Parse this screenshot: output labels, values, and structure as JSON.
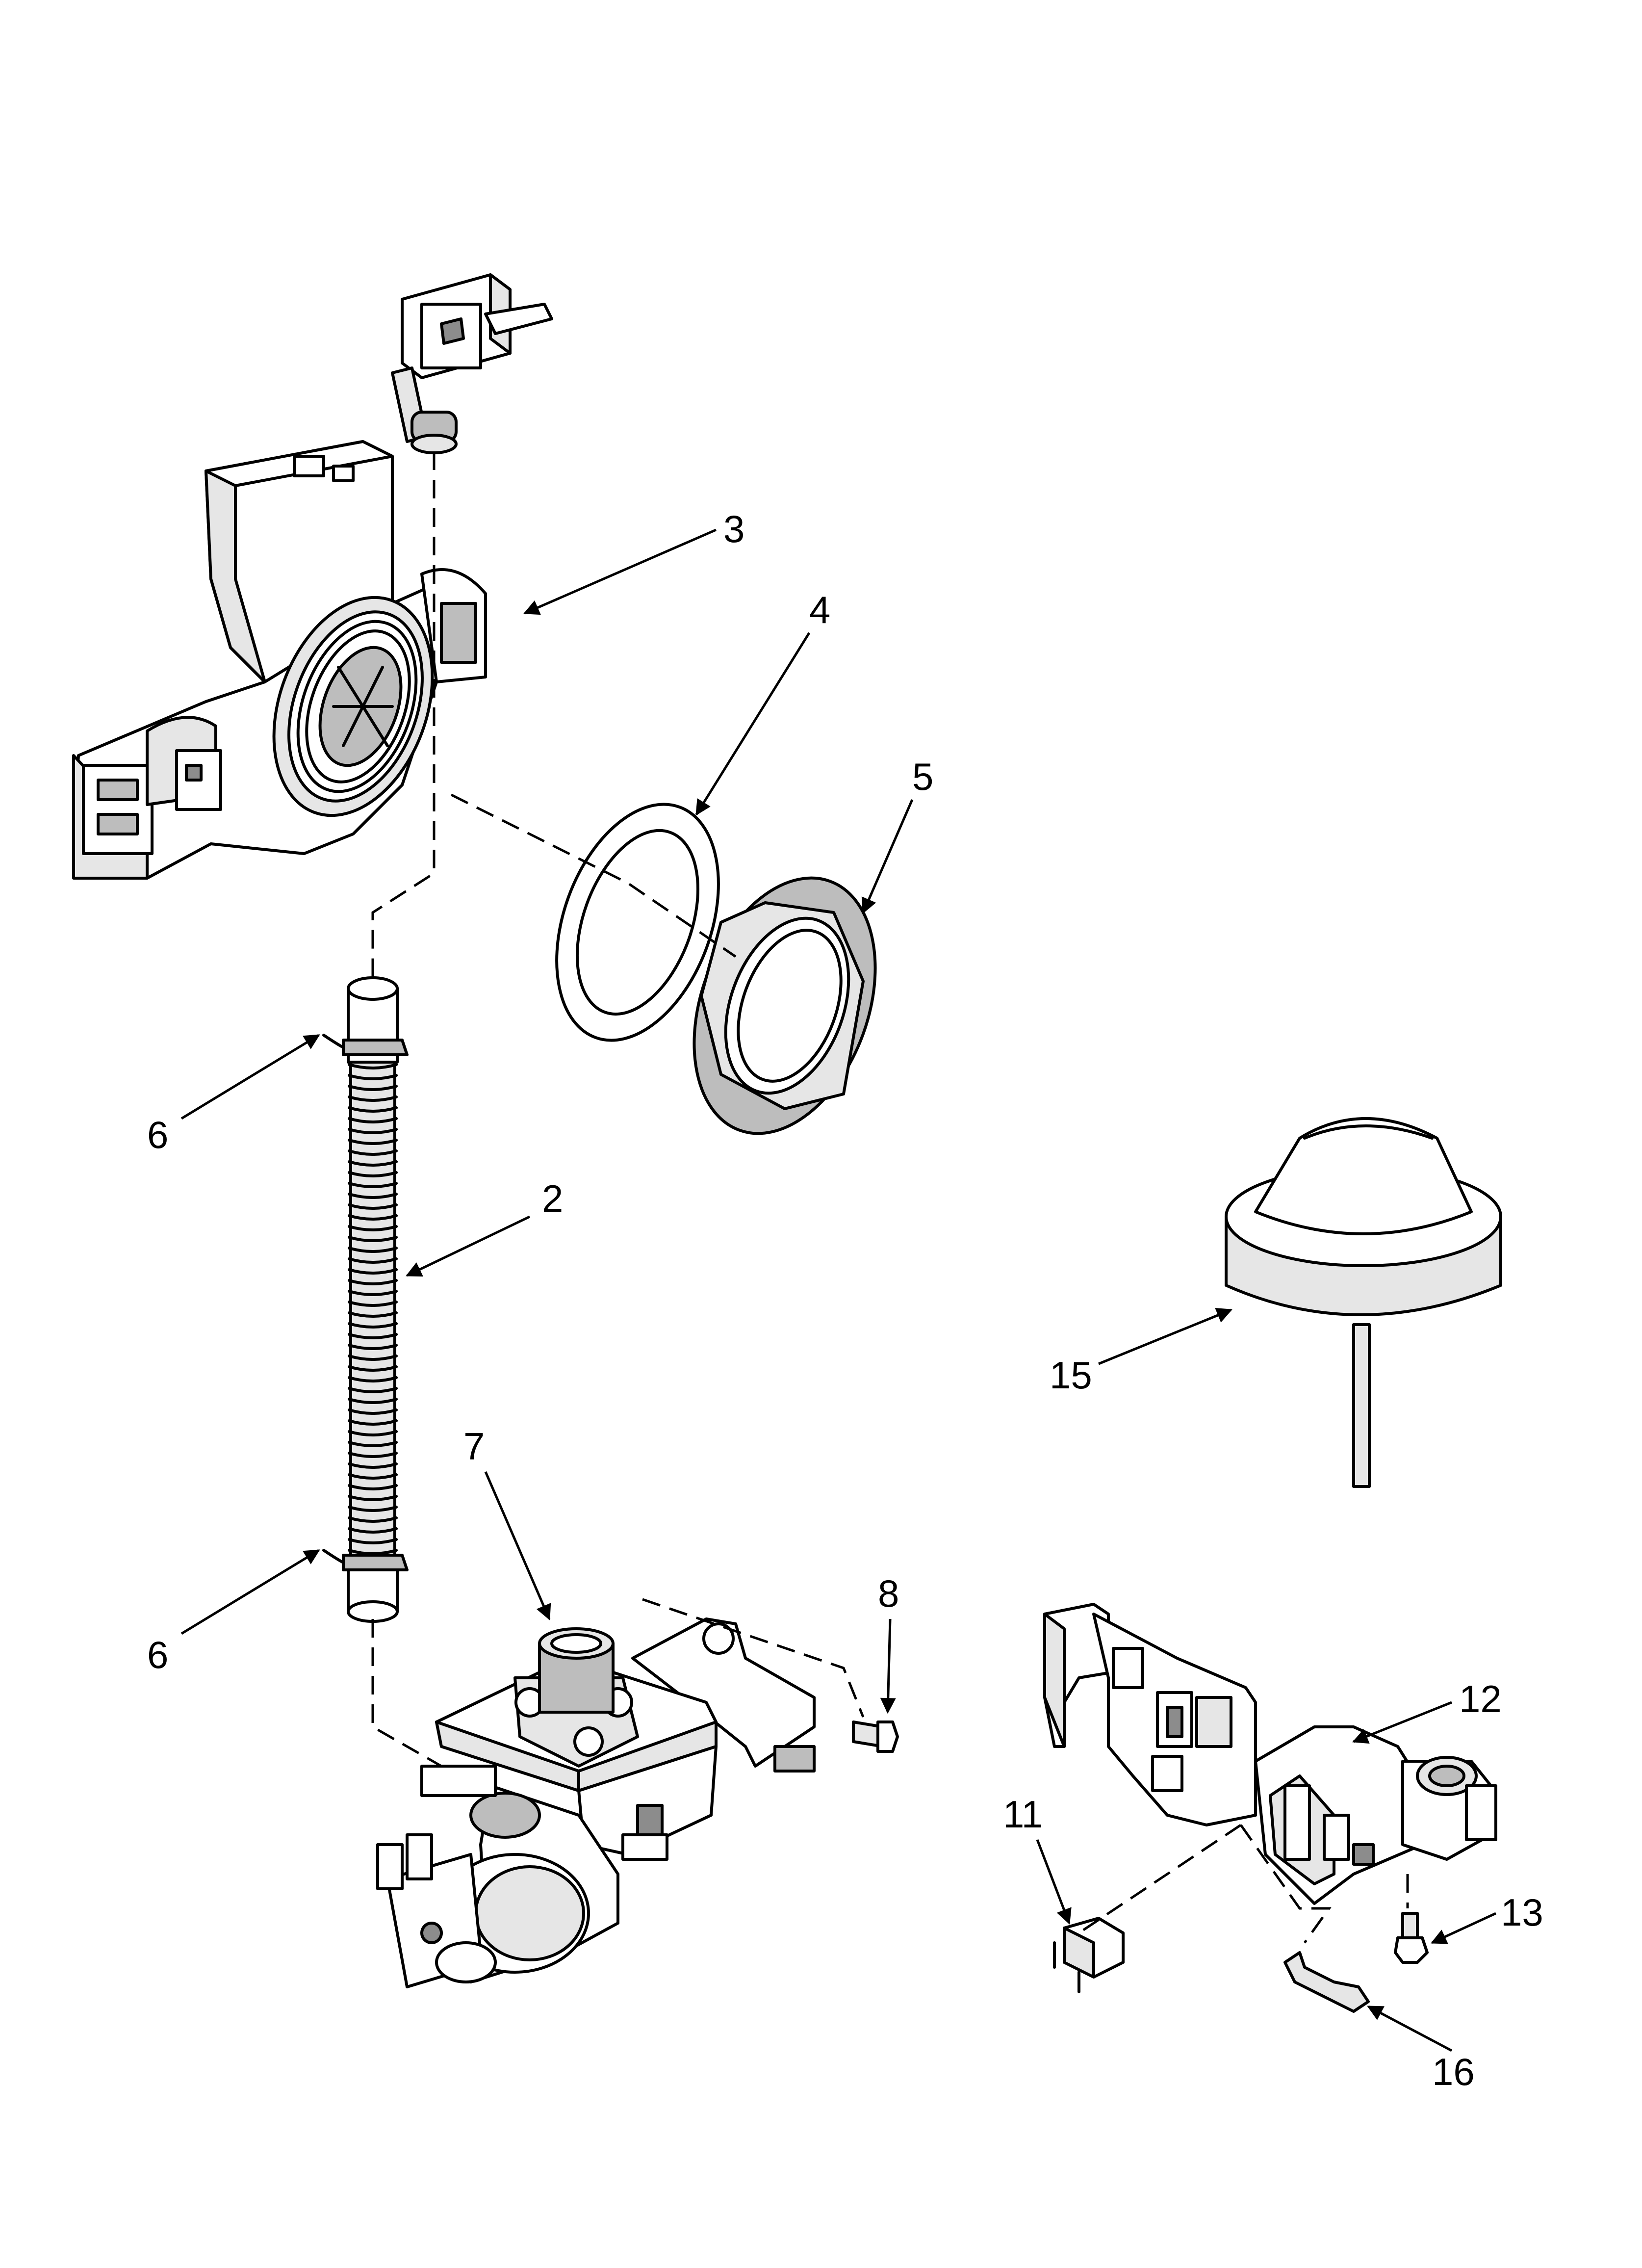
{
  "colors": {
    "line": "#000000",
    "background": "#ffffff",
    "shade_light": "#e6e6e6",
    "shade_mid": "#bdbdbd",
    "shade_dark": "#8c8c8c"
  },
  "callouts": {
    "c3": "3",
    "c4": "4",
    "c5": "5",
    "c6a": "6",
    "c2": "2",
    "c15": "15",
    "c7": "7",
    "c8": "8",
    "c6b": "6",
    "c12": "12",
    "c11": "11",
    "c13": "13",
    "c16": "16"
  }
}
